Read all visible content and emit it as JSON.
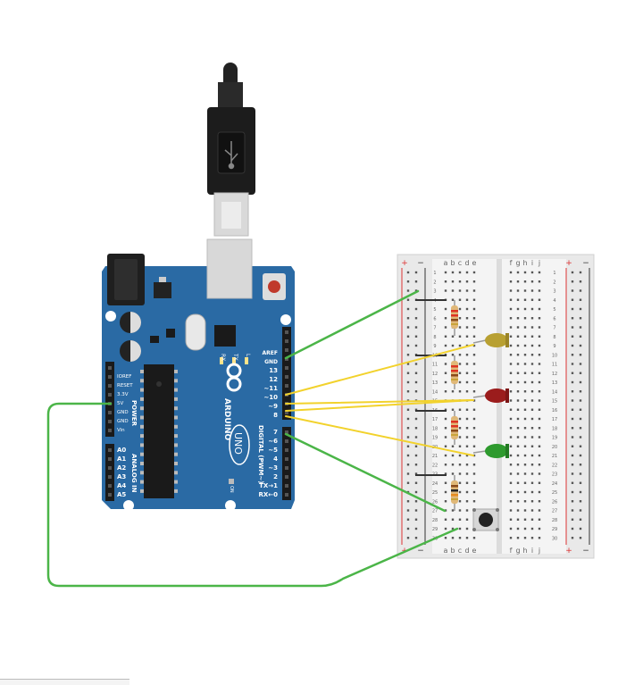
{
  "board": {
    "name": "ARDUINO",
    "model": "UNO",
    "power_header_title": "POWER",
    "analog_header_title": "ANALOG IN",
    "digital_header_title": "DIGITAL (PWM~)",
    "led_labels": [
      "RX",
      "TX",
      "L"
    ],
    "on_label": "ON",
    "power_pins": [
      "IOREF",
      "RESET",
      "3.3V",
      "5V",
      "GND",
      "GND",
      "Vin"
    ],
    "analog_pins": [
      "A0",
      "A1",
      "A2",
      "A3",
      "A4",
      "A5"
    ],
    "digital_pins_upper": [
      "AREF",
      "GND",
      "13",
      "12",
      "~11",
      "~10",
      "~9",
      "8"
    ],
    "digital_pins_lower": [
      "7",
      "~6",
      "~5",
      "4",
      "~3",
      "2",
      "TX→1",
      "RX←0"
    ]
  },
  "breadboard": {
    "rail_signs_top": [
      "+",
      "−",
      "+",
      "−"
    ],
    "rail_signs_bottom": [
      "+",
      "−",
      "+",
      "−"
    ],
    "columns_left": [
      "a",
      "b",
      "c",
      "d",
      "e"
    ],
    "columns_right": [
      "f",
      "g",
      "h",
      "i",
      "j"
    ],
    "row_numbers": [
      "1",
      "2",
      "3",
      "4",
      "5",
      "6",
      "7",
      "8",
      "9",
      "10",
      "11",
      "12",
      "13",
      "14",
      "15",
      "16",
      "17",
      "18",
      "19",
      "20",
      "21",
      "22",
      "23",
      "24",
      "25",
      "26",
      "27",
      "28",
      "29",
      "30"
    ]
  },
  "components": {
    "leds": [
      {
        "color_name": "yellow",
        "body_color": "#b8a032"
      },
      {
        "color_name": "red",
        "body_color": "#9b1c1c"
      },
      {
        "color_name": "green",
        "body_color": "#2e9a2e"
      }
    ],
    "resistor_count": 4,
    "pushbutton_count": 1
  },
  "colors": {
    "board": "#2a6aa4",
    "wire_green": "#4bb548",
    "wire_yellow": "#f2d22c",
    "rail_red": "#d33",
    "usb": "#2a2a2a"
  }
}
